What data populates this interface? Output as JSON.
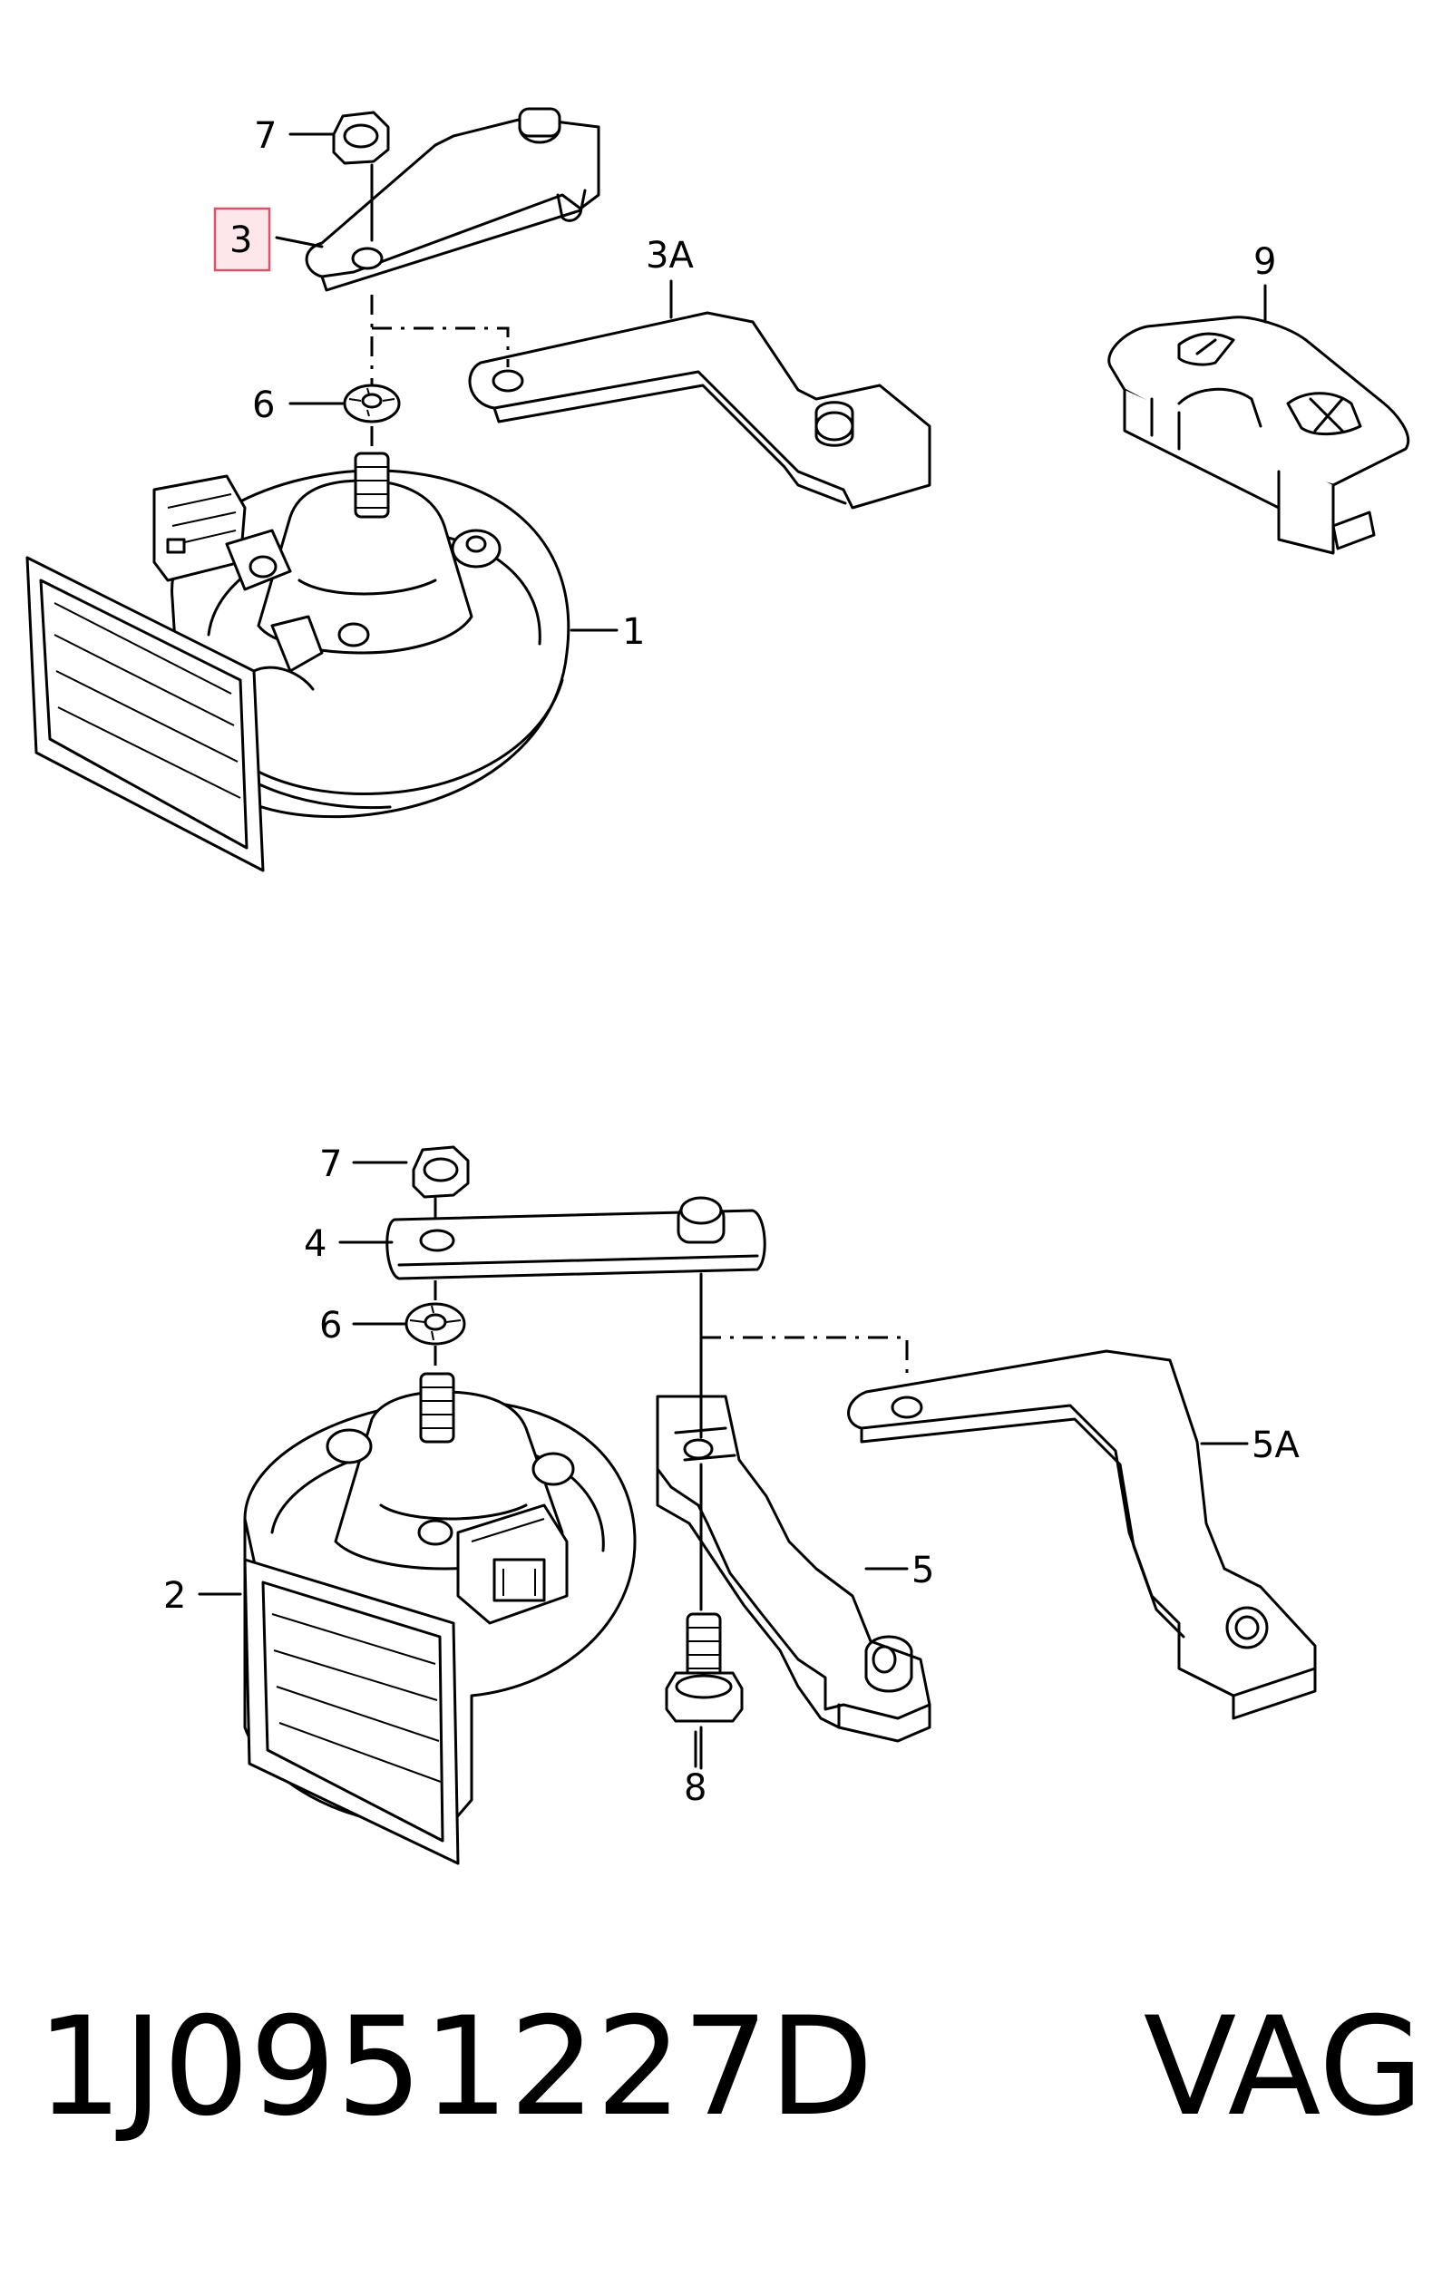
{
  "callouts": {
    "c1": "1",
    "c2": "2",
    "c3": "3",
    "c3a": "3A",
    "c4": "4",
    "c5": "5",
    "c5a": "5A",
    "c6_top": "6",
    "c6_bottom": "6",
    "c7_top": "7",
    "c7_bottom": "7",
    "c8": "8",
    "c9": "9"
  },
  "highlighted_callout": "3",
  "highlight_color": "#fde7ea",
  "footer": {
    "part_number": "1J0951227D",
    "brand": "VAG"
  }
}
